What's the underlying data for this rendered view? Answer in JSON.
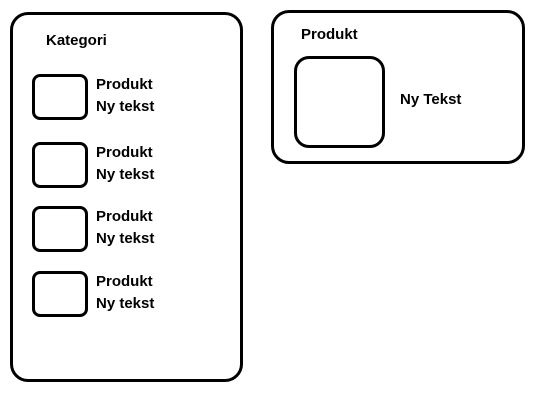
{
  "category_panel": {
    "title": "Kategori",
    "items": [
      {
        "name": "Produkt",
        "text": "Ny tekst"
      },
      {
        "name": "Produkt",
        "text": "Ny tekst"
      },
      {
        "name": "Produkt",
        "text": "Ny tekst"
      },
      {
        "name": "Produkt",
        "text": "Ny tekst"
      }
    ]
  },
  "product_panel": {
    "title": "Produkt",
    "text": "Ny Tekst"
  }
}
